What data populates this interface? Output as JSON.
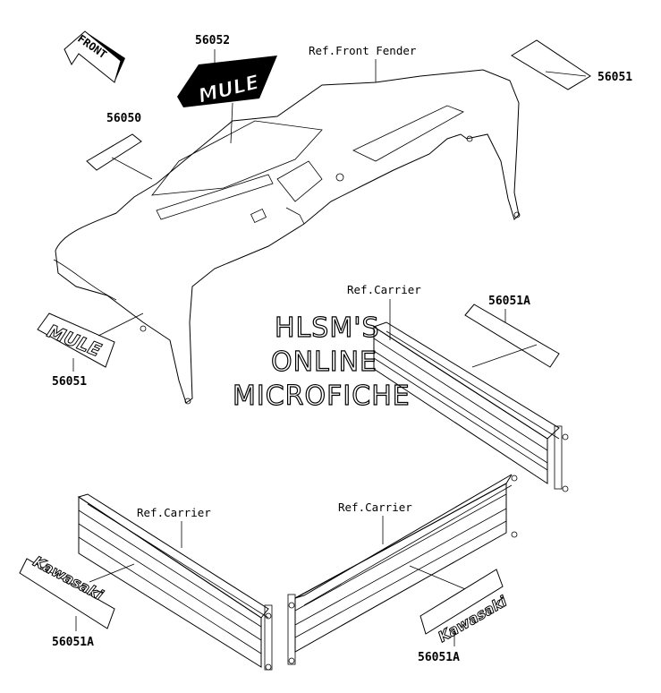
{
  "labels": {
    "front": "FRONT",
    "p56052": "56052",
    "p56050": "56050",
    "p56051_top": "56051",
    "p56051_left": "56051",
    "p56051A_right": "56051A",
    "p56051A_bl": "56051A",
    "p56051A_br": "56051A",
    "ref_front_fender": "Ref.Front Fender",
    "ref_carrier_1": "Ref.Carrier",
    "ref_carrier_2": "Ref.Carrier",
    "ref_carrier_3": "Ref.Carrier"
  },
  "watermark": {
    "line1": "HLSM'S",
    "line2": "ONLINE",
    "line3": "MICROFICHE"
  },
  "decals": {
    "mule": "MULE",
    "kawasaki_left": "Kawasaki",
    "kawasaki_right": "Kawasaki"
  }
}
